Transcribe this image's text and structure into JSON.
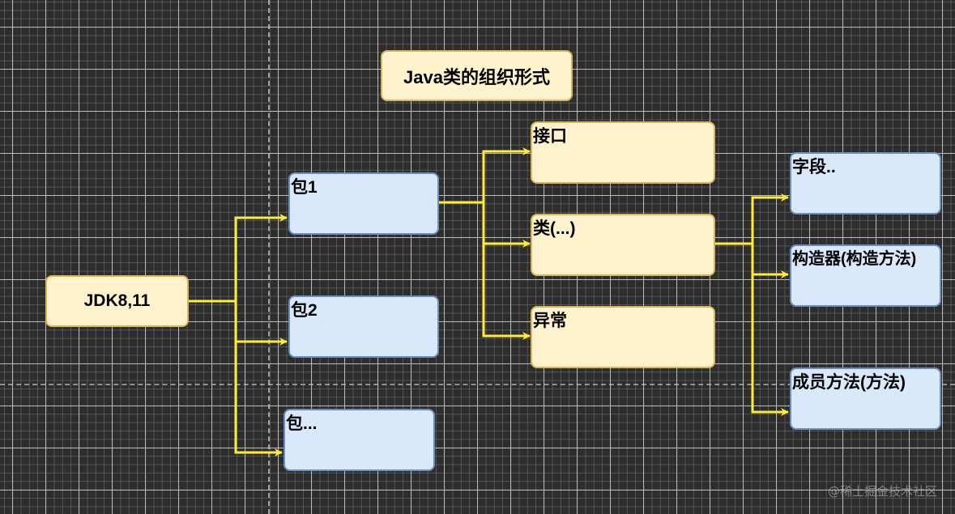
{
  "diagram": {
    "title": "Java类的组织形式",
    "root": {
      "label": "JDK8,11"
    },
    "packages": [
      {
        "label": "包1"
      },
      {
        "label": "包2"
      },
      {
        "label": "包..."
      }
    ],
    "package_members": [
      {
        "label": "接口"
      },
      {
        "label": "类(...)"
      },
      {
        "label": "异常"
      }
    ],
    "class_members": [
      {
        "label": "字段.."
      },
      {
        "label": "构造器(构造方法)"
      },
      {
        "label": "成员方法(方法)"
      }
    ],
    "edges": [
      {
        "from": "JDK8,11",
        "to": "包1"
      },
      {
        "from": "JDK8,11",
        "to": "包2"
      },
      {
        "from": "JDK8,11",
        "to": "包..."
      },
      {
        "from": "包1",
        "to": "接口"
      },
      {
        "from": "包1",
        "to": "类(...)"
      },
      {
        "from": "包1",
        "to": "异常"
      },
      {
        "from": "类(...)",
        "to": "字段.."
      },
      {
        "from": "类(...)",
        "to": "构造器(构造方法)"
      },
      {
        "from": "类(...)",
        "to": "成员方法(方法)"
      }
    ]
  },
  "colors": {
    "canvas_background": "#2d2d2d",
    "yellow_fill": "#fff2cc",
    "yellow_stroke": "#d6b656",
    "blue_fill": "#dae8fc",
    "blue_stroke": "#6c8ebf",
    "connector": "#ffeb3b"
  },
  "watermark": "@稀土掘金技术社区"
}
